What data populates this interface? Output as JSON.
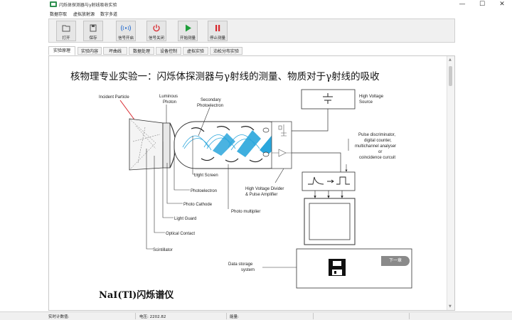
{
  "window": {
    "title": "闪烁体探测器与γ射线吸收实验",
    "controls": [
      "—",
      "☐",
      "✕"
    ]
  },
  "menu": [
    "数据存取",
    "虚拟放射源",
    "数字多道"
  ],
  "toolbar": [
    {
      "label": "打开",
      "icon": "folder-icon"
    },
    {
      "label": "保存",
      "icon": "save-icon"
    },
    {
      "label": "信号开启",
      "icon": "signal-icon"
    },
    {
      "label": "信号关闭",
      "icon": "power-icon"
    },
    {
      "label": "开始测量",
      "icon": "play-icon"
    },
    {
      "label": "停止测量",
      "icon": "pause-icon"
    }
  ],
  "tabs": [
    "实验原理",
    "实验内容",
    "坪曲线",
    "数据处理",
    "设备控制",
    "虚拟实验",
    "泊松分布实验"
  ],
  "active_tab": 0,
  "content": {
    "heading": "核物理专业实验一：闪烁体探测器与γ射线的测量、物质对于γ射线的吸收",
    "subheading": "NaI(Tl)闪烁谱仪",
    "next_button": "下一章",
    "diagram": {
      "incident_particle": "Incident Particle",
      "luminous_photon_1": "Luminous",
      "luminous_photon_2": "Photon",
      "secondary_1": "Secondary",
      "secondary_2": "Photoelectron",
      "high_voltage_1": "High Voltage",
      "high_voltage_2": "Source",
      "pulse_1": "Pulse discriminator,",
      "pulse_2": "digital counter,",
      "pulse_3": "multichannel analyser",
      "pulse_4": "or",
      "pulse_5": "coincidence curcuit",
      "light_screen": "Light Screen",
      "photoelectron": "Photoelectron",
      "hv_divider_1": "High Voltage Divider",
      "hv_divider_2": "& Pulse Amplifier",
      "photo_cathode": "Photo Cathode",
      "photo_multiplier": "Photo multiplier",
      "light_guard": "Light Guard",
      "optical_contact": "Optical Contact",
      "scintillator": "Scintillator",
      "data_storage_1": "Data storage",
      "data_storage_2": "system"
    }
  },
  "status": {
    "realtime": "实时计数值:",
    "voltage": "电压:  2202.82",
    "energy": "能量:"
  },
  "colors": {
    "accent_blue": "#2aa6dc",
    "arrow_red": "#d8262c",
    "play_green": "#1e9e3a",
    "stop_red": "#d8262c"
  }
}
